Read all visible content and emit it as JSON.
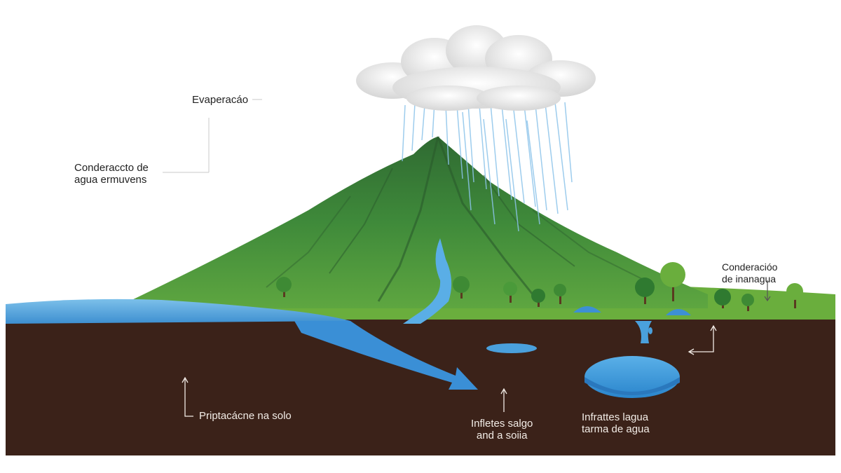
{
  "labels": {
    "evaporation": "Evaperacáo",
    "condensation_left_line1": "Conderaccto de",
    "condensation_left_line2": "agua ermuvens",
    "condensation_right_line1": "Conderacióo",
    "condensation_right_line2": "de inanagua",
    "precipitation_soil": "Priptacácne na solo",
    "infiltration_center_line1": "Infletes salgo",
    "infiltration_center_line2": "and a soiia",
    "infiltration_right_line1": "Infrattes lagua",
    "infiltration_right_line2": "tarma de agua"
  },
  "colors": {
    "sky": "#ffffff",
    "soil": "#3b2219",
    "grass": "#6aae3d",
    "mountain": "#3f7f3a",
    "water": "#4aa0dc",
    "cloud": "#ececec",
    "rain": "#8cc4ea"
  },
  "icons": [
    "cloud-icon",
    "rain-icon",
    "mountain-icon",
    "tree-icon",
    "river-icon",
    "lake-icon",
    "groundwater-icon"
  ]
}
